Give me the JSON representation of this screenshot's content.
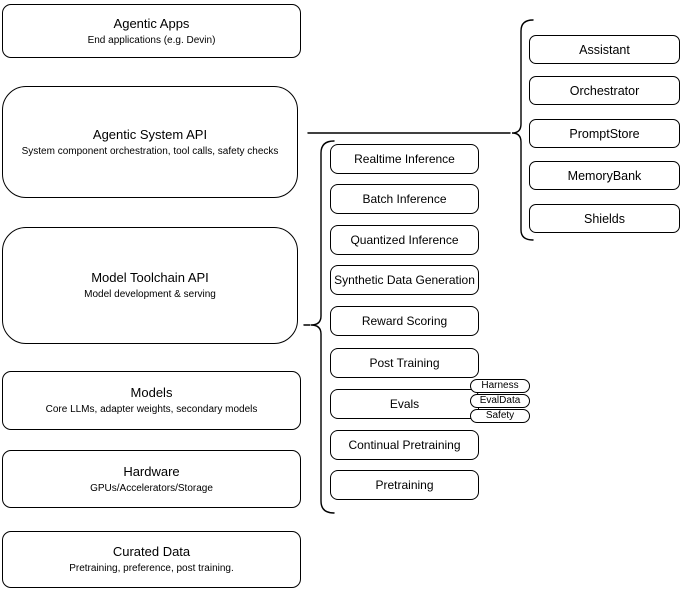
{
  "diagram": {
    "layers": [
      {
        "title": "Agentic Apps",
        "subtitle": "End applications (e.g. Devin)"
      },
      {
        "title": "Agentic System API",
        "subtitle": "System component orchestration, tool calls, safety checks"
      },
      {
        "title": "Model Toolchain API",
        "subtitle": "Model development & serving"
      },
      {
        "title": "Models",
        "subtitle": "Core LLMs, adapter weights, secondary models"
      },
      {
        "title": "Hardware",
        "subtitle": "GPUs/Accelerators/Storage"
      },
      {
        "title": "Curated Data",
        "subtitle": "Pretraining, preference, post training."
      }
    ],
    "toolchain_capabilities": [
      "Realtime Inference",
      "Batch Inference",
      "Quantized Inference",
      "Synthetic Data Generation",
      "Reward Scoring",
      "Post Training",
      "Evals",
      "Continual Pretraining",
      "Pretraining"
    ],
    "evals_tags": [
      "Harness",
      "EvalData",
      "Safety"
    ],
    "system_components": [
      "Assistant",
      "Orchestrator",
      "PromptStore",
      "MemoryBank",
      "Shields"
    ],
    "colors": {
      "stroke": "#000000",
      "background": "#ffffff",
      "text": "#000000"
    }
  }
}
